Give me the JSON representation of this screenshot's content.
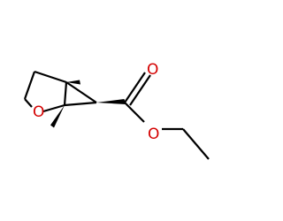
{
  "structure": {
    "atoms": {
      "ring_oxygen": {
        "symbol": "O",
        "color": "#d40000"
      },
      "carbonyl_oxygen": {
        "symbol": "O",
        "color": "#d40000"
      },
      "ester_oxygen": {
        "symbol": "O",
        "color": "#d40000"
      }
    },
    "bond_color": "#000000",
    "background": "#ffffff"
  }
}
